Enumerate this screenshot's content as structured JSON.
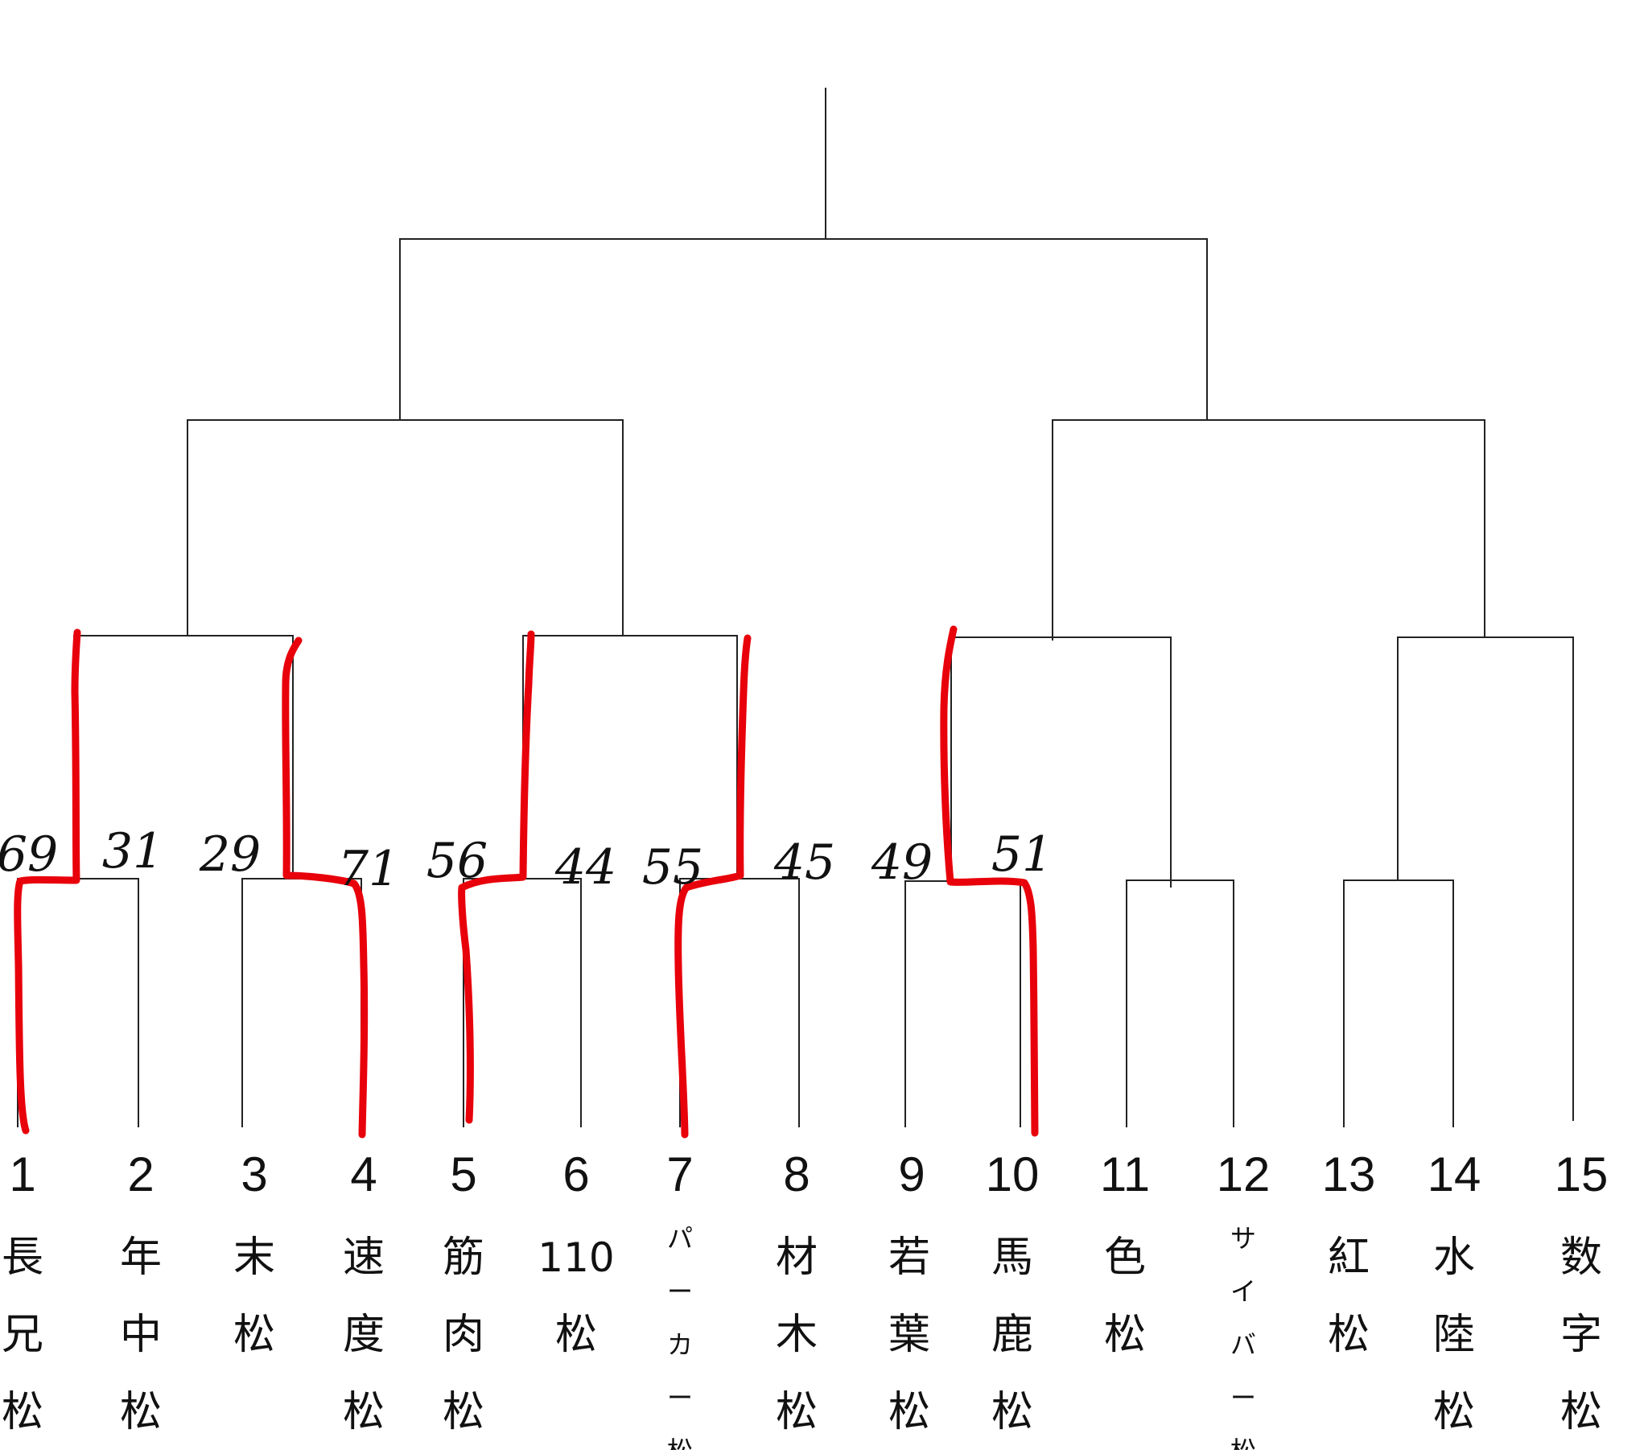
{
  "bracket": {
    "entrants": [
      {
        "seed": "1",
        "name": [
          "長",
          "兄",
          "松"
        ],
        "score": "69"
      },
      {
        "seed": "2",
        "name": [
          "年",
          "中",
          "松"
        ],
        "score": "31"
      },
      {
        "seed": "3",
        "name": [
          "末",
          "松"
        ],
        "score": "29"
      },
      {
        "seed": "4",
        "name": [
          "速",
          "度",
          "松"
        ],
        "score": "71"
      },
      {
        "seed": "5",
        "name": [
          "筋",
          "肉",
          "松"
        ],
        "score": "56"
      },
      {
        "seed": "6",
        "name": [
          "110",
          "松"
        ],
        "score": "44"
      },
      {
        "seed": "7",
        "name": [
          "パ",
          "ー",
          "カ",
          "ー",
          "松"
        ],
        "score": "55"
      },
      {
        "seed": "8",
        "name": [
          "材",
          "木",
          "松"
        ],
        "score": "45"
      },
      {
        "seed": "9",
        "name": [
          "若",
          "葉",
          "松"
        ],
        "score": "49"
      },
      {
        "seed": "10",
        "name": [
          "馬",
          "鹿",
          "松"
        ],
        "score": "51"
      },
      {
        "seed": "11",
        "name": [
          "色",
          "松"
        ],
        "score": ""
      },
      {
        "seed": "12",
        "name": [
          "サ",
          "イ",
          "バ",
          "ー",
          "松"
        ],
        "score": ""
      },
      {
        "seed": "13",
        "name": [
          "紅",
          "松"
        ],
        "score": ""
      },
      {
        "seed": "14",
        "name": [
          "水",
          "陸",
          "松"
        ],
        "score": ""
      },
      {
        "seed": "15",
        "name": [
          "数",
          "字",
          "松"
        ],
        "score": ""
      }
    ],
    "winners": [
      "1",
      "4",
      "5",
      "7",
      "10"
    ],
    "colors": {
      "line": "#222222",
      "winner_path": "#e8000b"
    }
  }
}
